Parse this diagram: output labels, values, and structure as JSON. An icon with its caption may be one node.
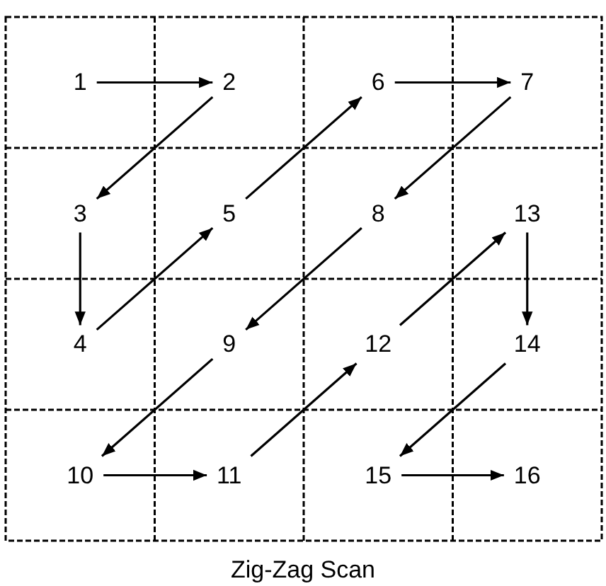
{
  "diagram": {
    "caption": "Zig-Zag Scan",
    "nodes": [
      {
        "text": [
          "1"
        ]
      },
      {
        "text": [
          "2"
        ]
      },
      {
        "text": [
          "6"
        ]
      },
      {
        "text": [
          "7"
        ]
      },
      {
        "text": [
          "3"
        ]
      },
      {
        "text": [
          "5"
        ]
      },
      {
        "text": [
          "8"
        ]
      },
      {
        "text": [
          "13"
        ]
      },
      {
        "text": [
          "4"
        ]
      },
      {
        "text": [
          "9"
        ]
      },
      {
        "text": [
          "12"
        ]
      },
      {
        "text": [
          "14"
        ]
      },
      {
        "text": [
          "10"
        ]
      },
      {
        "text": [
          "11"
        ]
      },
      {
        "text": [
          "15"
        ]
      },
      {
        "text": [
          "16"
        ]
      }
    ],
    "edges": [
      {
        "from": 0,
        "to": 1,
        "arrow": "to"
      },
      {
        "from": 1,
        "to": 4,
        "arrow": "to"
      },
      {
        "from": 4,
        "to": 8,
        "arrow": "to"
      },
      {
        "from": 8,
        "to": 5,
        "arrow": "to"
      },
      {
        "from": 5,
        "to": 2,
        "arrow": "to"
      },
      {
        "from": 2,
        "to": 3,
        "arrow": "to"
      },
      {
        "from": 3,
        "to": 6,
        "arrow": "to"
      },
      {
        "from": 6,
        "to": 9,
        "arrow": "to"
      },
      {
        "from": 9,
        "to": 12,
        "arrow": "to"
      },
      {
        "from": 12,
        "to": 13,
        "arrow": "to"
      },
      {
        "from": 13,
        "to": 10,
        "arrow": "to"
      },
      {
        "from": 10,
        "to": 7,
        "arrow": "to"
      },
      {
        "from": 7,
        "to": 11,
        "arrow": "to"
      },
      {
        "from": 11,
        "to": 14,
        "arrow": "to"
      },
      {
        "from": 14,
        "to": 15,
        "arrow": "to"
      }
    ]
  }
}
